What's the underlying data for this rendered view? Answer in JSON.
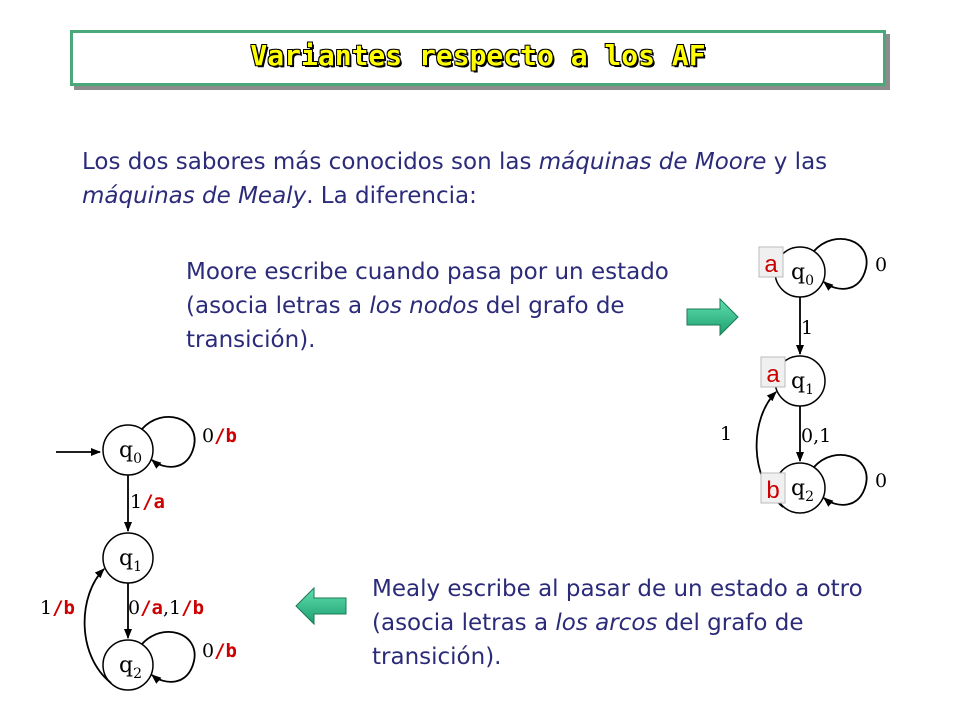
{
  "title": "Variantes respecto a los AF",
  "intro": {
    "p1": "Los dos sabores más conocidos son las ",
    "em1": "máquinas de Moore",
    "p2": " y las ",
    "em2": "máquinas de Mealy",
    "p3": ". La diferencia:"
  },
  "moore": {
    "p1": "Moore escribe cuando pasa por un estado (asocia letras a ",
    "em": "los nodos",
    "p2": " del grafo de transición).",
    "states": [
      {
        "label": "q",
        "sub": "0",
        "output": "a"
      },
      {
        "label": "q",
        "sub": "1",
        "output": "a"
      },
      {
        "label": "q",
        "sub": "2",
        "output": "b"
      }
    ],
    "edges": {
      "q0_loop": "0",
      "q0_q1": "1",
      "q1_q2": "0,1",
      "q2_q1": "1",
      "q2_loop": "0"
    }
  },
  "mealy": {
    "p1": "Mealy escribe al pasar de un estado a otro (asocia letras a ",
    "em": "los arcos",
    "p2": " del grafo de transición).",
    "states": [
      {
        "label": "q",
        "sub": "0"
      },
      {
        "label": "q",
        "sub": "1"
      },
      {
        "label": "q",
        "sub": "2"
      }
    ],
    "edges": {
      "q0_loop": {
        "in": "0",
        "out": "b"
      },
      "q0_q1": {
        "in": "1",
        "out": "a"
      },
      "q1_q2": {
        "in1": "0",
        "out1": "a",
        "sep": ",",
        "in2": "1",
        "out2": "b"
      },
      "q2_q1": {
        "in": "1",
        "out": "b"
      },
      "q2_loop": {
        "in": "0",
        "out": "b"
      }
    },
    "slash": "/"
  },
  "colors": {
    "title_fill": "#ffff00",
    "title_border": "#4aa87a",
    "text": "#2b2b7a",
    "output": "#cc0000",
    "arrow": "#2fbf8a"
  }
}
